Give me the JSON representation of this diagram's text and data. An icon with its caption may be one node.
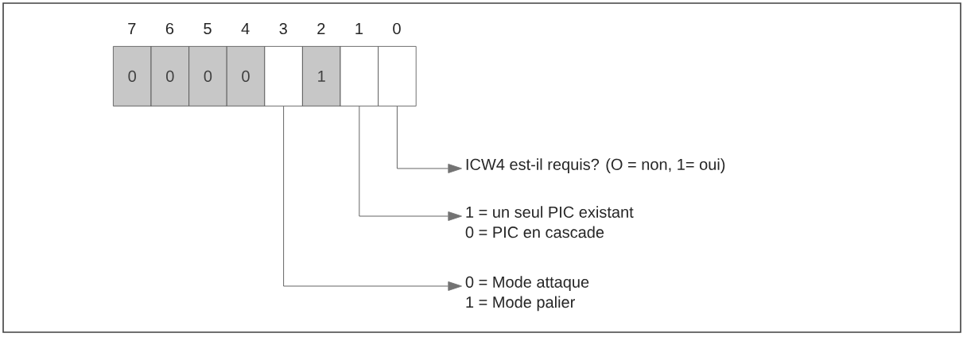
{
  "diagram": {
    "nodes": [
      {
        "text": [
          "0"
        ],
        "beside": [
          "7"
        ]
      },
      {
        "text": [
          "0"
        ],
        "beside": [
          "6"
        ]
      },
      {
        "text": [
          "0"
        ],
        "beside": [
          "5"
        ]
      },
      {
        "text": [
          "0"
        ],
        "beside": [
          "4"
        ]
      },
      {
        "text": [],
        "shape": "box",
        "beside": [
          "3"
        ]
      },
      {
        "text": [
          "1"
        ],
        "beside": [
          "2"
        ]
      },
      {
        "text": [],
        "shape": "box",
        "beside": [
          "1"
        ]
      },
      {
        "text": [],
        "shape": "box",
        "beside": [
          "0"
        ]
      },
      {
        "text": [
          "ICW4 est-il requis? (O = non, 1= oui)"
        ]
      },
      {
        "text": [
          "1 = un seul PIC existant",
          "0 = PIC en cascade"
        ]
      },
      {
        "text": [
          "0 = Mode attaque",
          "1 = Mode palier"
        ]
      }
    ],
    "edges": [
      {
        "from": 7,
        "to": 8,
        "arrow": "to"
      },
      {
        "from": 6,
        "to": 9,
        "arrow": "to"
      },
      {
        "from": 4,
        "to": 10,
        "arrow": "to"
      }
    ]
  }
}
